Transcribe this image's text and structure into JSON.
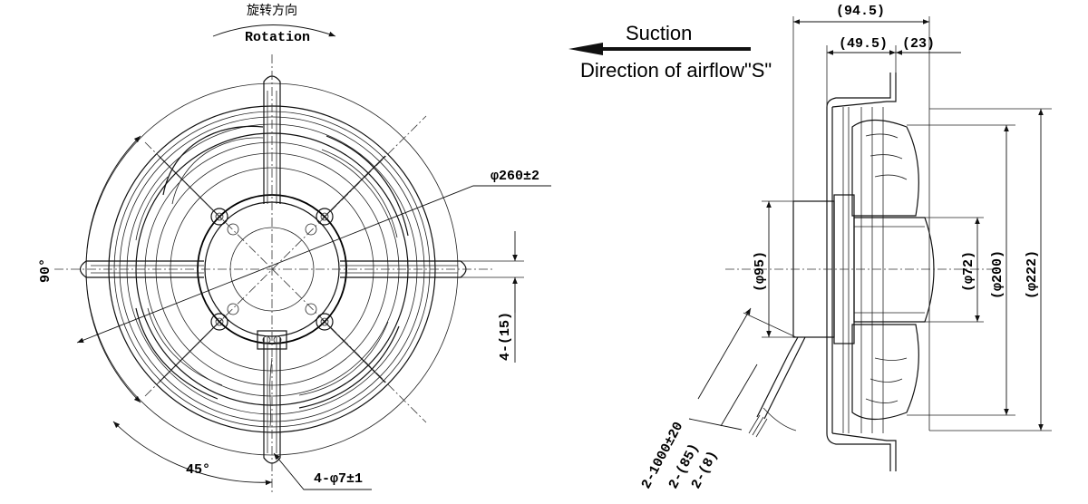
{
  "rotation": {
    "cn": "旋转方向",
    "en": "Rotation"
  },
  "airflow": {
    "suction": "Suction",
    "direction": "Direction of airflow\"S\""
  },
  "front_view": {
    "diameter": "φ260±2",
    "angle_90": "90°",
    "angle_45": "45°",
    "slot": "4-(15)",
    "holes": "4-φ7±1"
  },
  "side_view": {
    "overall": "(94.5)",
    "depth_a": "(49.5)",
    "depth_b": "(23)",
    "d95": "(φ95)",
    "d72": "(φ72)",
    "d200": "(φ200)",
    "d222": "(φ222)",
    "cable_len": "2-1000±20",
    "cable_85": "2-(85)",
    "cable_8": "2-(8)"
  }
}
